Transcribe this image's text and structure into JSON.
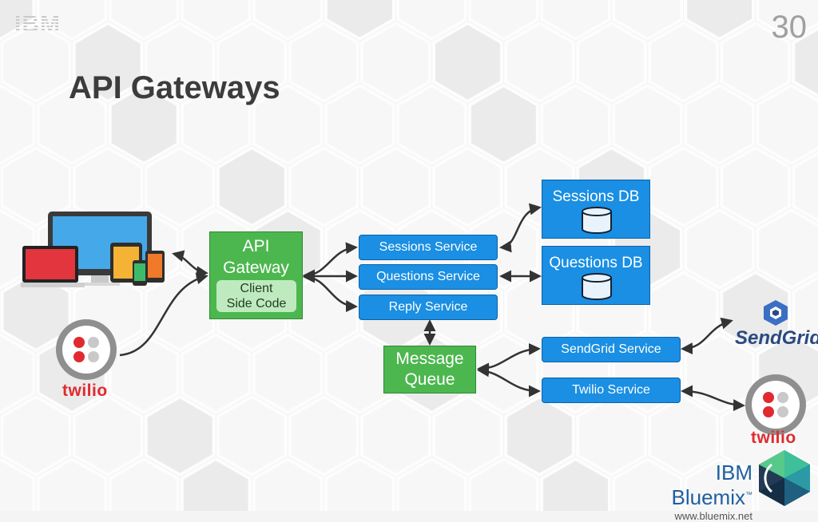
{
  "slide": {
    "logo_text": "IBM",
    "page_number": "30",
    "title": "API Gateways"
  },
  "nodes": {
    "api_gateway": {
      "line1": "API",
      "line2": "Gateway"
    },
    "client_side_code": {
      "line1": "Client",
      "line2": "Side Code"
    },
    "sessions_service": "Sessions Service",
    "questions_service": "Questions Service",
    "reply_service": "Reply Service",
    "sessions_db": "Sessions DB",
    "questions_db": "Questions DB",
    "message_queue": {
      "line1": "Message",
      "line2": "Queue"
    },
    "sendgrid_service": "SendGrid Service",
    "twilio_service": "Twilio Service"
  },
  "logos": {
    "twilio_left": "twilio",
    "twilio_right": "twilio",
    "sendgrid": "SendGrid",
    "bluemix_brand": "IBM Bluemix",
    "bluemix_tm": "™",
    "bluemix_url": "www.bluemix.net"
  },
  "colors": {
    "service_blue": "#1a8fe3",
    "gateway_green": "#4cb74e",
    "twilio_red": "#e02a2f",
    "title_gray": "#3c3c3c"
  },
  "icons": {
    "devices": "devices-icon",
    "database": "database-icon",
    "twilio": "twilio-logo-icon",
    "sendgrid": "sendgrid-logo-icon",
    "bluemix": "bluemix-hex-icon"
  }
}
